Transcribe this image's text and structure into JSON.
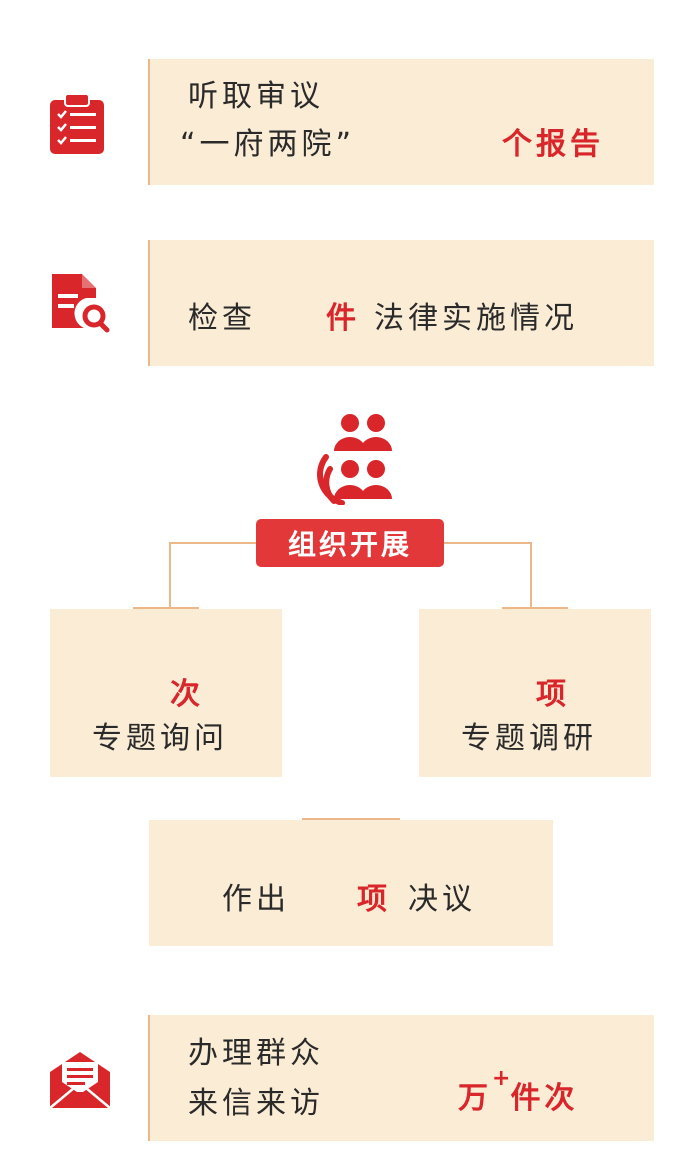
{
  "colors": {
    "accent": "#d9262b",
    "card": "#fbecd6",
    "line": "#ecb88a",
    "text": "#2a2a2a"
  },
  "block1": {
    "line1": "听取审议",
    "line2": "“一府两院”",
    "unit": "个报告",
    "icon": "clipboard-checklist-icon"
  },
  "block2": {
    "prefix": "检查",
    "unit": "件",
    "suffix": "法律实施情况",
    "icon": "document-search-icon"
  },
  "organize": {
    "label": "组织开展",
    "icon": "people-group-icon"
  },
  "inquiry": {
    "unit": "次",
    "label": "专题询问"
  },
  "research": {
    "unit": "项",
    "label": "专题调研"
  },
  "resolution": {
    "prefix": "作出",
    "unit": "项",
    "suffix": "决议"
  },
  "block5": {
    "line1": "办理群众",
    "line2": "来信来访",
    "unit_a": "万",
    "plus": "+",
    "unit_b": "件次",
    "icon": "envelope-letter-icon"
  }
}
